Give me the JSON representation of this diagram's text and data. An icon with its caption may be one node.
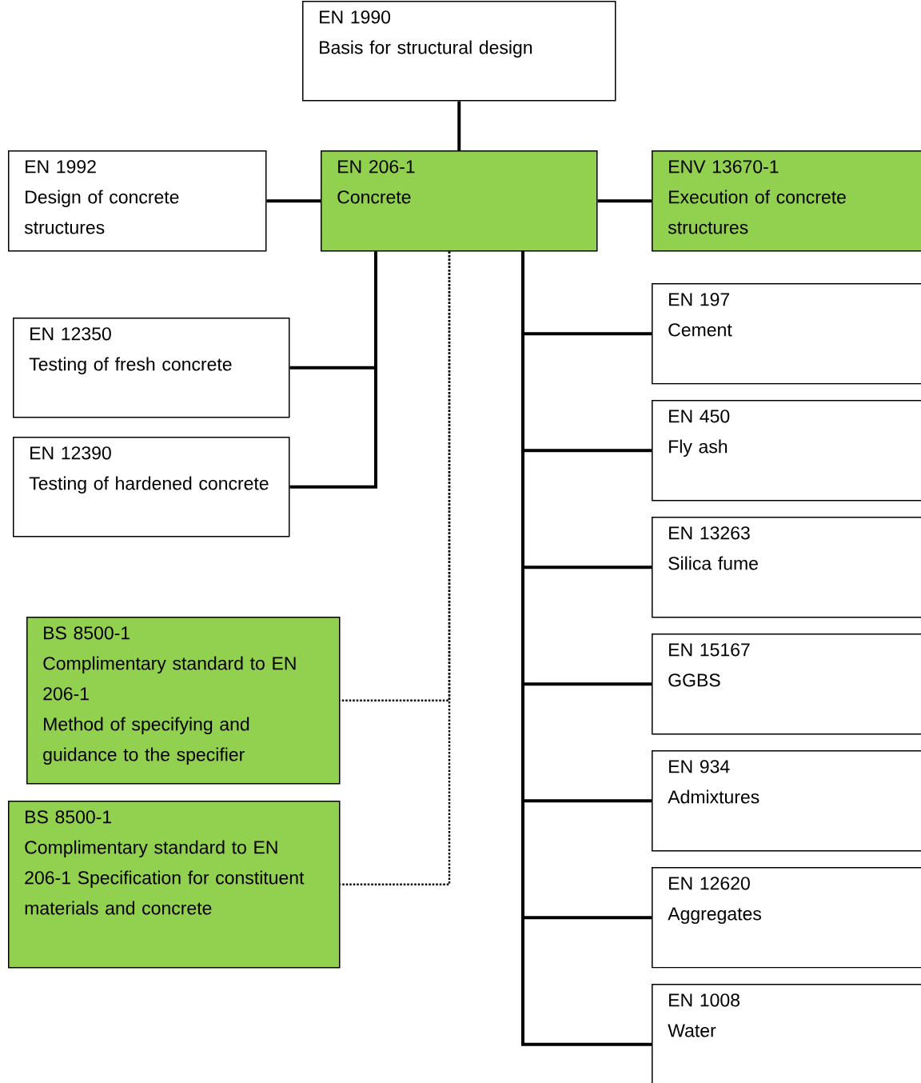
{
  "diagram": {
    "nodes": [
      {
        "text": [
          "EN 1990",
          "Basis for structural design"
        ]
      },
      {
        "text": [
          "EN 1992",
          "Design of concrete structures"
        ]
      },
      {
        "text": [
          "EN 206-1",
          "Concrete"
        ]
      },
      {
        "text": [
          "ENV 13670-1",
          "Execution of concrete structures"
        ]
      },
      {
        "text": [
          "EN 12350",
          "Testing of fresh concrete"
        ]
      },
      {
        "text": [
          "EN 12390",
          "Testing of hardened concrete"
        ]
      },
      {
        "text": [
          "BS 8500-1",
          "Complimentary standard to EN 206-1",
          "Method of specifying and guidance to the specifier"
        ]
      },
      {
        "text": [
          "BS 8500-1",
          "Complimentary standard to EN 206-1 Specification for constituent materials and concrete"
        ]
      },
      {
        "text": [
          "EN 197",
          "Cement"
        ]
      },
      {
        "text": [
          "EN 450",
          "Fly ash"
        ]
      },
      {
        "text": [
          "EN 13263",
          "Silica fume"
        ]
      },
      {
        "text": [
          "EN 15167",
          "GGBS"
        ]
      },
      {
        "text": [
          "EN 934",
          "Admixtures"
        ]
      },
      {
        "text": [
          "EN 12620",
          "Aggregates"
        ]
      },
      {
        "text": [
          "EN 1008",
          "Water"
        ]
      }
    ],
    "edges": [
      {
        "from": 0,
        "to": 2,
        "arrow": "none"
      },
      {
        "from": 1,
        "to": 2,
        "arrow": "none"
      },
      {
        "from": 2,
        "to": 3,
        "arrow": "none"
      },
      {
        "from": 2,
        "to": 4,
        "arrow": "none"
      },
      {
        "from": 2,
        "to": 5,
        "arrow": "none"
      },
      {
        "from": 2,
        "to": 6,
        "arrow": "none",
        "style": "dashed"
      },
      {
        "from": 2,
        "to": 7,
        "arrow": "none",
        "style": "dashed"
      },
      {
        "from": 2,
        "to": 8,
        "arrow": "none"
      },
      {
        "from": 2,
        "to": 9,
        "arrow": "none"
      },
      {
        "from": 2,
        "to": 10,
        "arrow": "none"
      },
      {
        "from": 2,
        "to": 11,
        "arrow": "none"
      },
      {
        "from": 2,
        "to": 12,
        "arrow": "none"
      },
      {
        "from": 2,
        "to": 13,
        "arrow": "none"
      },
      {
        "from": 2,
        "to": 14,
        "arrow": "none"
      }
    ]
  }
}
